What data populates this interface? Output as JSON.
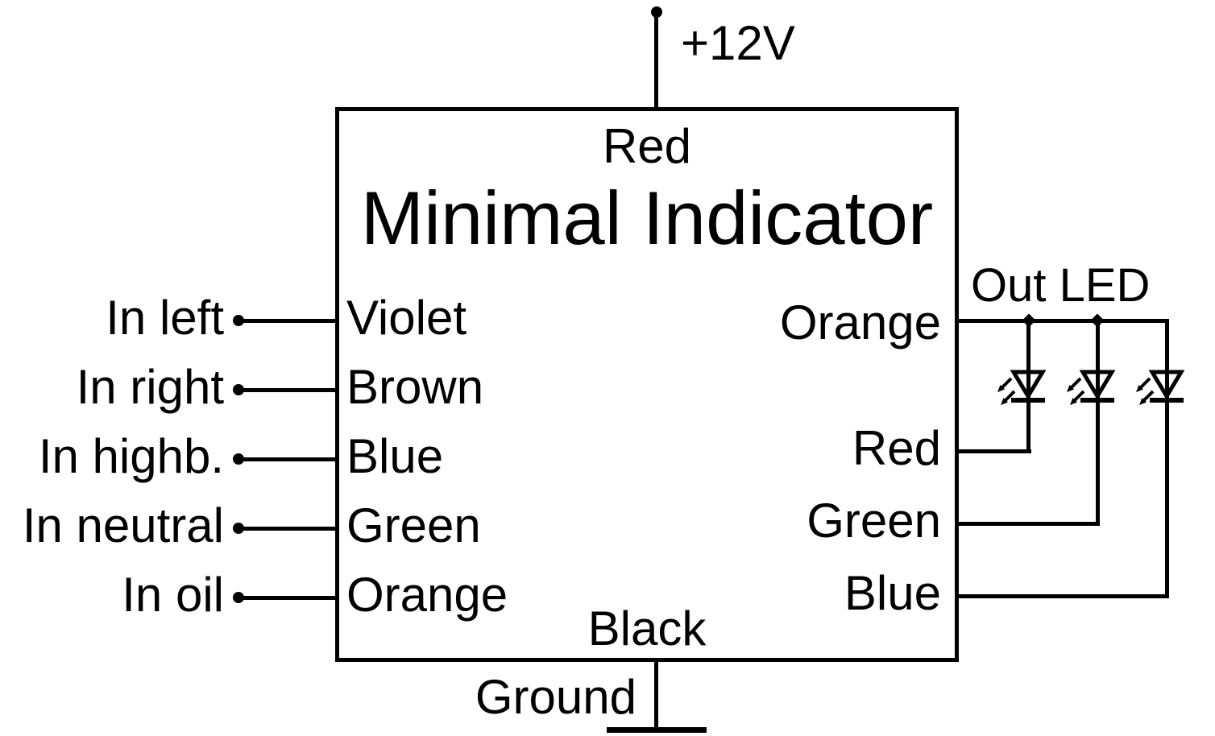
{
  "diagram": {
    "type": "circuit-schematic",
    "colors": {
      "line": "#000000",
      "background": "#ffffff"
    },
    "box": {
      "title": "Minimal Indicator",
      "top_pin_wire": "Red",
      "bottom_pin_wire": "Black"
    },
    "power": {
      "label": "+12V"
    },
    "ground": {
      "label": "Ground"
    },
    "inputs": [
      {
        "label": "In left",
        "pin": "Violet"
      },
      {
        "label": "In right",
        "pin": "Brown"
      },
      {
        "label": "In highb.",
        "pin": "Blue"
      },
      {
        "label": "In neutral",
        "pin": "Green"
      },
      {
        "label": "In oil",
        "pin": "Orange"
      }
    ],
    "outputs": {
      "group_label": "Out LED",
      "led_count": "3",
      "pins": [
        "Orange",
        "Red",
        "Green",
        "Blue"
      ]
    }
  }
}
